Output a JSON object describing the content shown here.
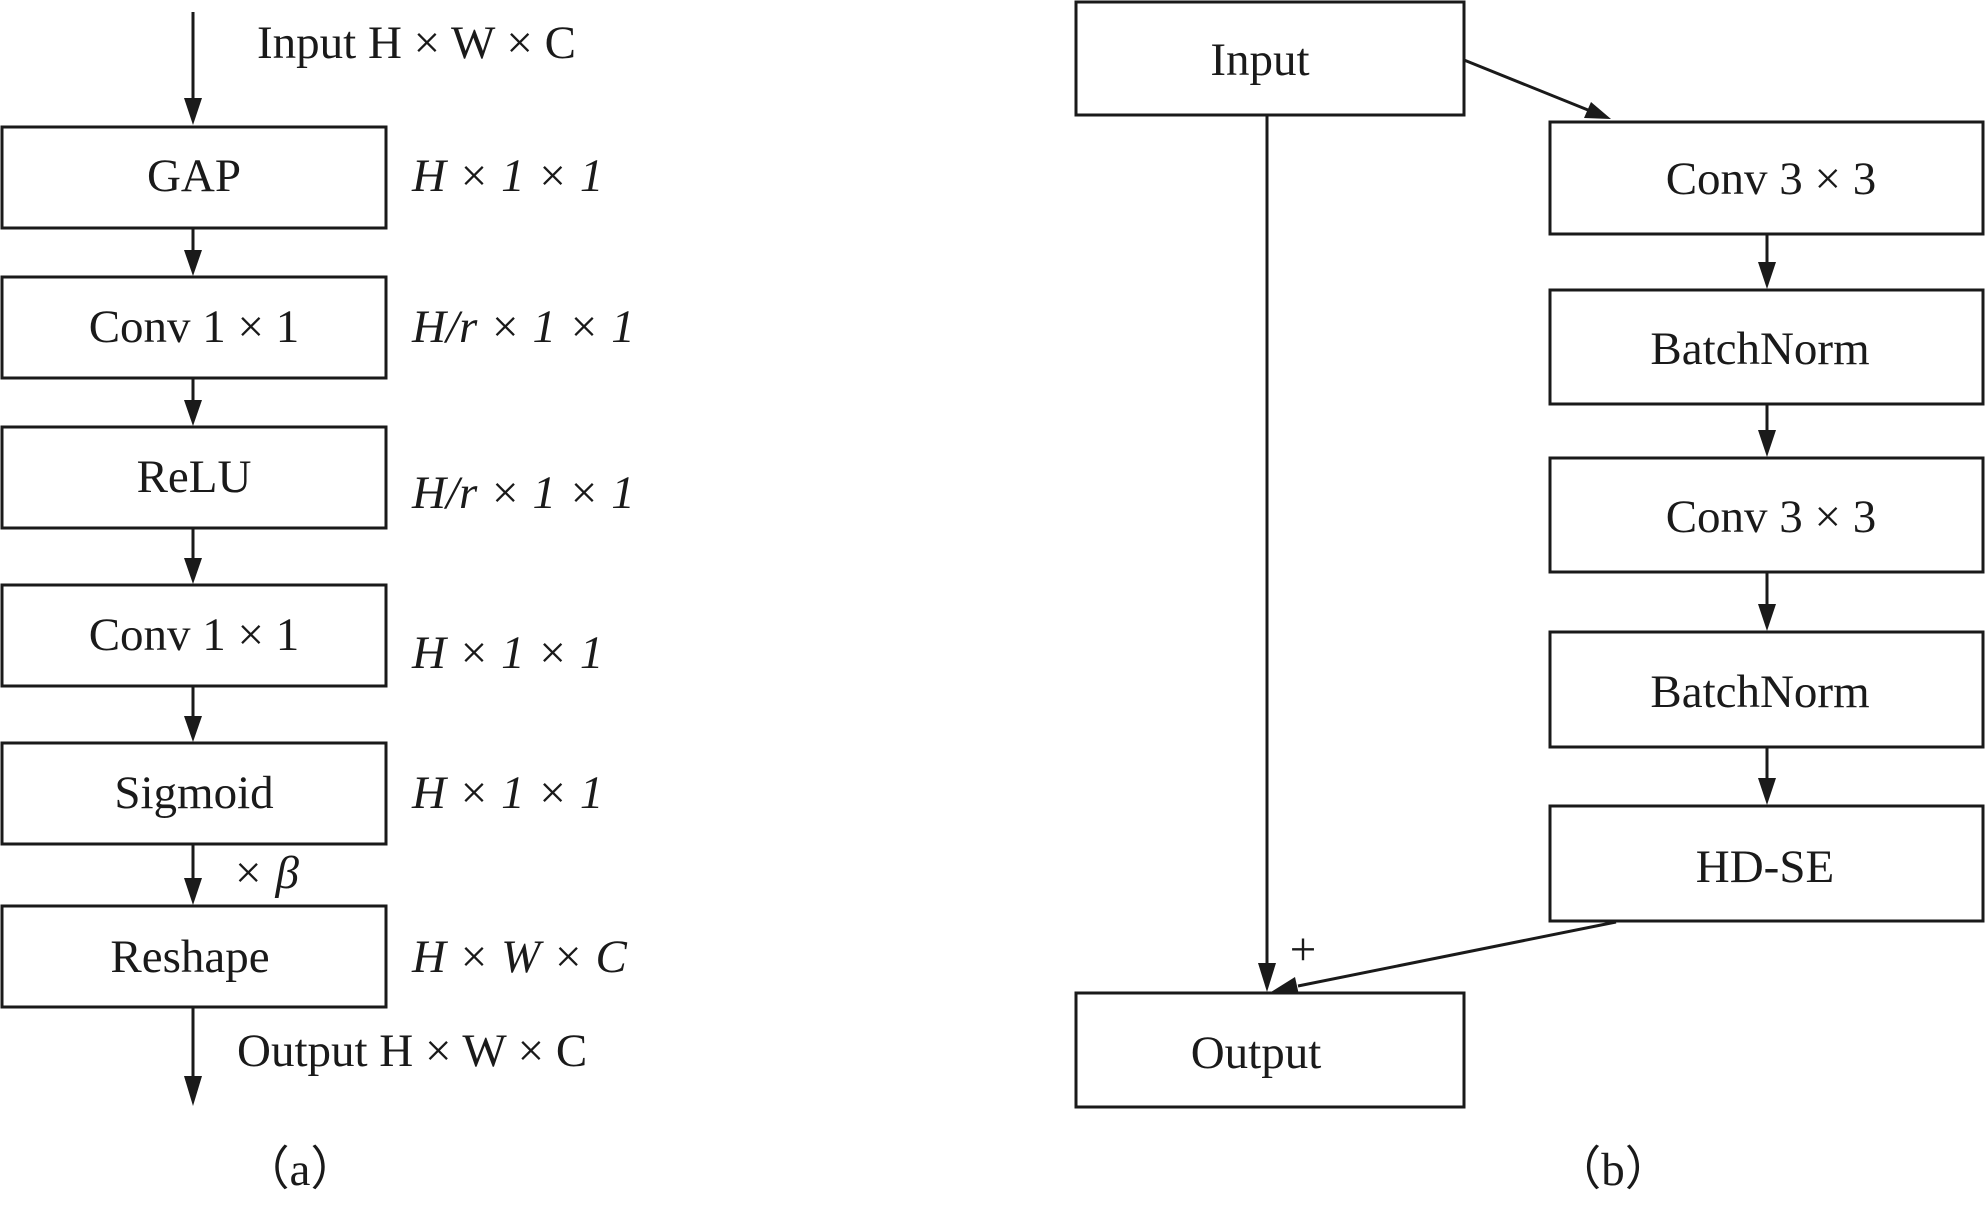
{
  "panel_a": {
    "input_label": "Input H × W × C",
    "blocks": [
      {
        "label": "GAP",
        "dim": "H × 1 × 1"
      },
      {
        "label": "Conv 1 × 1",
        "dim": "H/r × 1 × 1"
      },
      {
        "label": "ReLU",
        "dim": "H/r × 1 × 1"
      },
      {
        "label": "Conv 1 × 1",
        "dim": "H × 1 × 1"
      },
      {
        "label": "Sigmoid",
        "dim": "H × 1 × 1"
      },
      {
        "label": "Reshape",
        "dim": "H × W × C"
      }
    ],
    "scale_label": "× β",
    "output_label": "Output H × W × C",
    "caption": "（a）"
  },
  "panel_b": {
    "input_label": "Input",
    "blocks": [
      "Conv 3 × 3",
      "BatchNorm",
      "Conv 3 × 3",
      "BatchNorm",
      "HD-SE"
    ],
    "sum_symbol": "+",
    "output_label": "Output",
    "caption": "（b）"
  }
}
